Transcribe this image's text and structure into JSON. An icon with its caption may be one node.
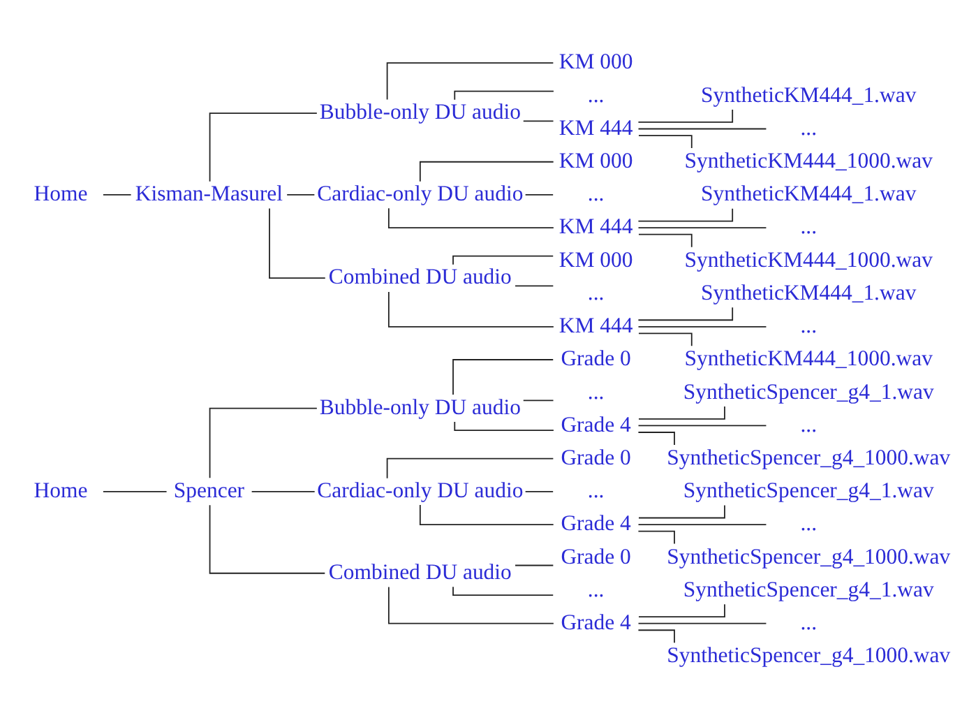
{
  "diagram": {
    "nodes": [
      {
        "text": [
          "Home"
        ]
      },
      {
        "text": [
          "Spencer"
        ]
      },
      {
        "text": [
          "Bubble-only DU audio"
        ]
      },
      {
        "text": [
          "Grade 0"
        ]
      },
      {
        "text": [
          "..."
        ]
      },
      {
        "text": [
          "Grade 4"
        ]
      },
      {
        "text": [
          "SyntheticSpencer_g4_1.wav"
        ]
      },
      {
        "text": [
          "..."
        ]
      },
      {
        "text": [
          "SyntheticSpencer_g4_1000.wav"
        ]
      },
      {
        "text": [
          "Cardiac-only DU audio"
        ]
      },
      {
        "text": [
          "Grade 0"
        ]
      },
      {
        "text": [
          "..."
        ]
      },
      {
        "text": [
          "Grade 4"
        ]
      },
      {
        "text": [
          "SyntheticSpencer_g4_1.wav"
        ]
      },
      {
        "text": [
          "..."
        ]
      },
      {
        "text": [
          "SyntheticSpencer_g4_1000.wav"
        ]
      },
      {
        "text": [
          "Combined DU audio"
        ]
      },
      {
        "text": [
          "Grade 0"
        ]
      },
      {
        "text": [
          "..."
        ]
      },
      {
        "text": [
          "Grade 4"
        ]
      },
      {
        "text": [
          "SyntheticSpencer_g4_1.wav"
        ]
      },
      {
        "text": [
          "..."
        ]
      },
      {
        "text": [
          "SyntheticSpencer_g4_1000.wav"
        ]
      },
      {
        "text": [
          "Home"
        ]
      },
      {
        "text": [
          "Kisman-Masurel"
        ]
      },
      {
        "text": [
          "Bubble-only DU audio"
        ]
      },
      {
        "text": [
          "KM 000"
        ]
      },
      {
        "text": [
          "..."
        ]
      },
      {
        "text": [
          "KM 444"
        ]
      },
      {
        "text": [
          "SyntheticKM444_1.wav"
        ]
      },
      {
        "text": [
          "..."
        ]
      },
      {
        "text": [
          "SyntheticKM444_1000.wav"
        ]
      },
      {
        "text": [
          "Cardiac-only DU audio"
        ]
      },
      {
        "text": [
          "KM 000"
        ]
      },
      {
        "text": [
          "..."
        ]
      },
      {
        "text": [
          "KM 444"
        ]
      },
      {
        "text": [
          "SyntheticKM444_1.wav"
        ]
      },
      {
        "text": [
          "..."
        ]
      },
      {
        "text": [
          "SyntheticKM444_1000.wav"
        ]
      },
      {
        "text": [
          "Combined DU audio"
        ]
      },
      {
        "text": [
          "KM 000"
        ]
      },
      {
        "text": [
          "..."
        ]
      },
      {
        "text": [
          "KM 444"
        ]
      },
      {
        "text": [
          "SyntheticKM444_1.wav"
        ]
      },
      {
        "text": [
          "..."
        ]
      },
      {
        "text": [
          "SyntheticKM444_1000.wav"
        ]
      }
    ],
    "edges": [
      {
        "from": 0,
        "to": 1,
        "arrow": "none"
      },
      {
        "from": 1,
        "to": 2,
        "arrow": "none"
      },
      {
        "from": 2,
        "to": 3,
        "arrow": "none"
      },
      {
        "from": 2,
        "to": 4,
        "arrow": "none"
      },
      {
        "from": 2,
        "to": 5,
        "arrow": "none"
      },
      {
        "from": 5,
        "to": 6,
        "arrow": "none"
      },
      {
        "from": 5,
        "to": 7,
        "arrow": "none"
      },
      {
        "from": 5,
        "to": 8,
        "arrow": "none"
      },
      {
        "from": 1,
        "to": 9,
        "arrow": "none"
      },
      {
        "from": 9,
        "to": 10,
        "arrow": "none"
      },
      {
        "from": 9,
        "to": 11,
        "arrow": "none"
      },
      {
        "from": 9,
        "to": 12,
        "arrow": "none"
      },
      {
        "from": 12,
        "to": 13,
        "arrow": "none"
      },
      {
        "from": 12,
        "to": 14,
        "arrow": "none"
      },
      {
        "from": 12,
        "to": 15,
        "arrow": "none"
      },
      {
        "from": 1,
        "to": 16,
        "arrow": "none"
      },
      {
        "from": 16,
        "to": 17,
        "arrow": "none"
      },
      {
        "from": 16,
        "to": 18,
        "arrow": "none"
      },
      {
        "from": 16,
        "to": 19,
        "arrow": "none"
      },
      {
        "from": 19,
        "to": 20,
        "arrow": "none"
      },
      {
        "from": 19,
        "to": 21,
        "arrow": "none"
      },
      {
        "from": 19,
        "to": 22,
        "arrow": "none"
      },
      {
        "from": 23,
        "to": 24,
        "arrow": "none"
      },
      {
        "from": 24,
        "to": 25,
        "arrow": "none"
      },
      {
        "from": 25,
        "to": 26,
        "arrow": "none"
      },
      {
        "from": 25,
        "to": 27,
        "arrow": "none"
      },
      {
        "from": 25,
        "to": 28,
        "arrow": "none"
      },
      {
        "from": 28,
        "to": 29,
        "arrow": "none"
      },
      {
        "from": 28,
        "to": 30,
        "arrow": "none"
      },
      {
        "from": 28,
        "to": 31,
        "arrow": "none"
      },
      {
        "from": 24,
        "to": 32,
        "arrow": "none"
      },
      {
        "from": 32,
        "to": 33,
        "arrow": "none"
      },
      {
        "from": 32,
        "to": 34,
        "arrow": "none"
      },
      {
        "from": 32,
        "to": 35,
        "arrow": "none"
      },
      {
        "from": 35,
        "to": 36,
        "arrow": "none"
      },
      {
        "from": 35,
        "to": 37,
        "arrow": "none"
      },
      {
        "from": 35,
        "to": 38,
        "arrow": "none"
      },
      {
        "from": 24,
        "to": 39,
        "arrow": "none"
      },
      {
        "from": 39,
        "to": 40,
        "arrow": "none"
      },
      {
        "from": 39,
        "to": 41,
        "arrow": "none"
      },
      {
        "from": 39,
        "to": 42,
        "arrow": "none"
      },
      {
        "from": 42,
        "to": 43,
        "arrow": "none"
      },
      {
        "from": 42,
        "to": 44,
        "arrow": "none"
      },
      {
        "from": 42,
        "to": 45,
        "arrow": "none"
      }
    ]
  }
}
